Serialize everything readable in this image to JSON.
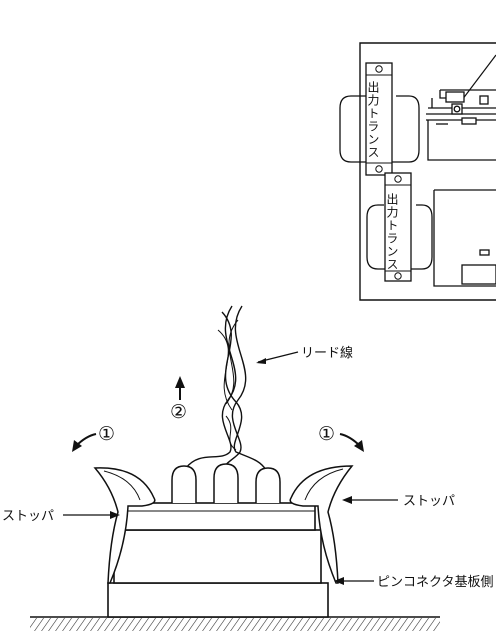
{
  "board": {
    "transformer_top_label": "出力トランス",
    "transformer_bottom_label": "出力トランス"
  },
  "labels": {
    "lead_wire": "リード線",
    "stopper_left": "ストッパ",
    "stopper_right": "ストッパ",
    "pin_connector_board_side": "ピンコネクタ基板側"
  },
  "step_markers": {
    "left_arrow": "①",
    "right_arrow": "①",
    "up_arrow": "②"
  }
}
